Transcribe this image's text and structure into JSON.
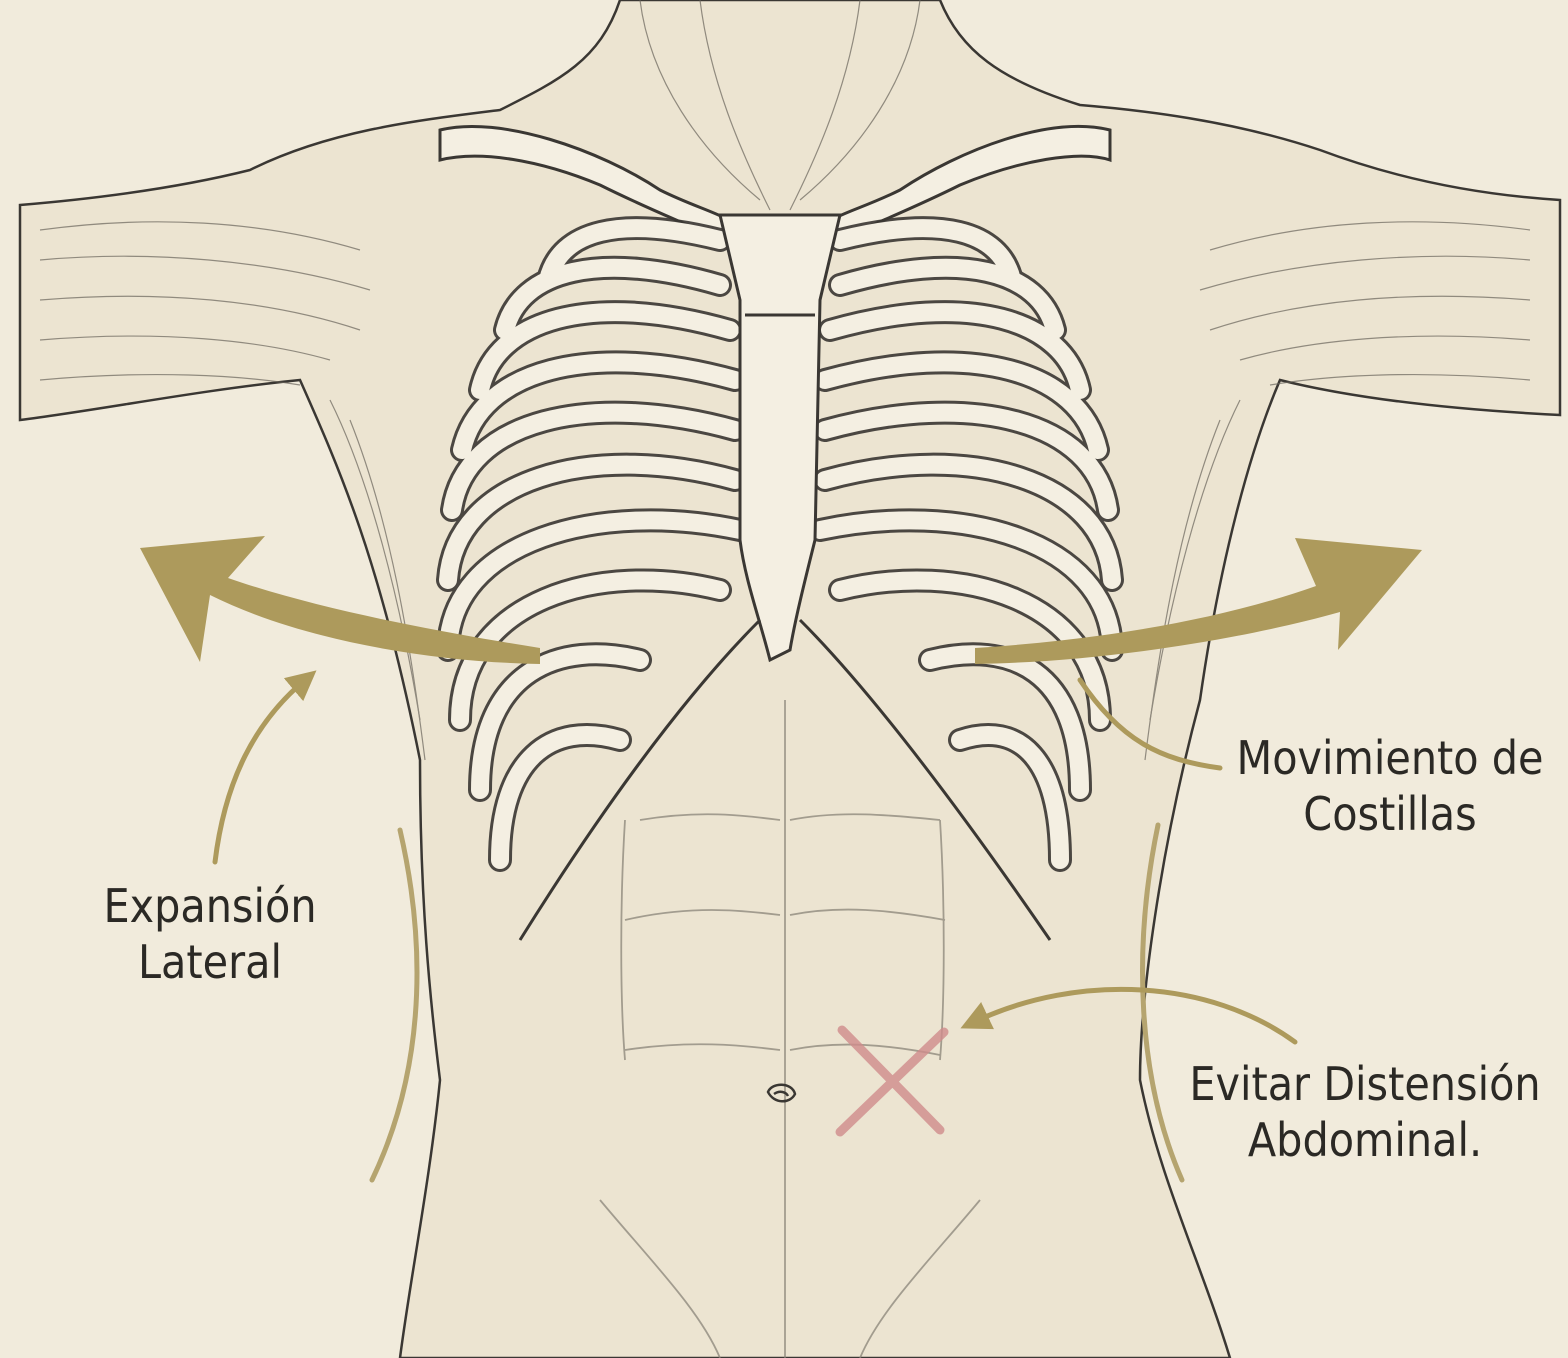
{
  "labels": {
    "lateral_expansion": {
      "line1": "Expansión",
      "line2": "Lateral"
    },
    "rib_movement": {
      "line1": "Movimiento de",
      "line2": "Costillas"
    },
    "abdominal": {
      "line1": "Evitar Distensión",
      "line2": "Abdominal."
    }
  },
  "colors": {
    "background": "#f1ebdc",
    "arrow": "#ad9a5c",
    "pencil": "#3a3733",
    "bone": "#f4efe2",
    "cross": "#d08c8c",
    "text": "#2b2925"
  }
}
